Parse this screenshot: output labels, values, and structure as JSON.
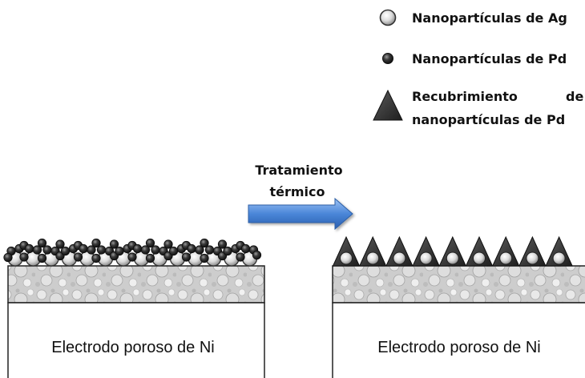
{
  "legend": {
    "ag_label": "Nanopartículas de Ag",
    "pd_label": "Nanopartículas de Pd",
    "coating_label_line1_word1": "Recubrimiento",
    "coating_label_line1_word2": "de",
    "coating_label_line2": "nanopartículas de Pd"
  },
  "arrow": {
    "label_line1": "Tratamiento",
    "label_line2": "térmico"
  },
  "electrodes": {
    "left_label": "Electrodo poroso de Ni",
    "right_label": "Electrodo poroso de Ni"
  },
  "colors": {
    "ag_particle": "#e6e6e6",
    "pd_particle": "#3a3a3a",
    "coating": "#333333",
    "arrow": "#4a86d8",
    "porous_layer": "#cfcfcf"
  }
}
